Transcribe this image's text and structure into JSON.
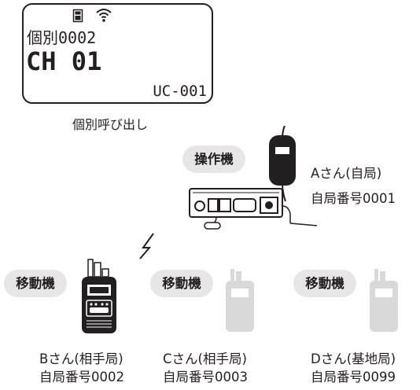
{
  "display": {
    "status_icons": [
      "battery-icon",
      "signal-icon"
    ],
    "call_line": "個別0002",
    "channel": "CH 01",
    "user_code": "UC-001"
  },
  "display_caption": "個別呼び出し",
  "operator": {
    "role_label": "操作機",
    "name": "Aさん(自局)",
    "station_number": "自局番号0001"
  },
  "mobiles": [
    {
      "role_label": "移動機",
      "name": "Bさん(相手局)",
      "station_number": "自局番号0002",
      "state": "active"
    },
    {
      "role_label": "移動機",
      "name": "Cさん(相手局)",
      "station_number": "自局番号0003",
      "state": "inactive"
    },
    {
      "role_label": "移動機",
      "name": "Dさん(基地局)",
      "station_number": "自局番号0099",
      "state": "inactive"
    }
  ],
  "colors": {
    "ink": "#231f20",
    "pill": "#e6e6e6",
    "inactive_radio": "#d9d9d9"
  }
}
